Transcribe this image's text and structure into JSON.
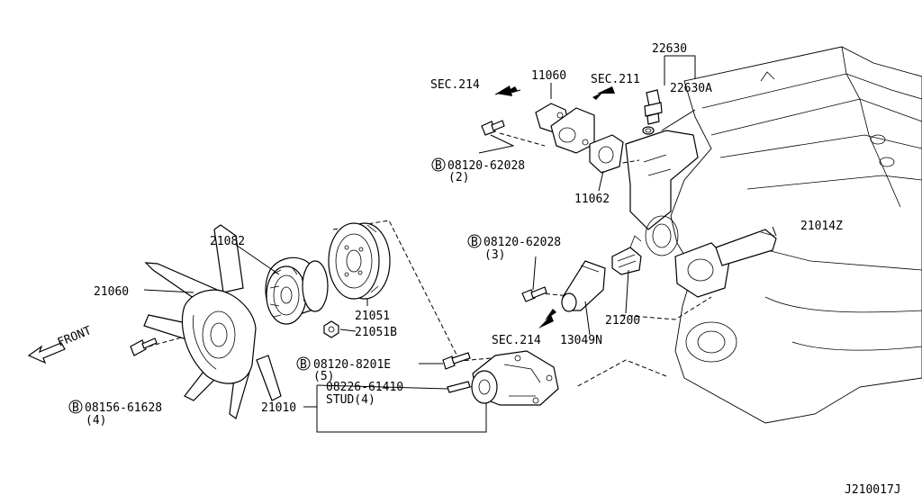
{
  "labels": {
    "sec214_top": "SEC.214",
    "p11060": "11060",
    "sec211": "SEC.211",
    "p22630": "22630",
    "p22630a": "22630A",
    "bolt_top": "08120-62028",
    "bolt_top_qty": "(2)",
    "p11062": "11062",
    "p21082": "21082",
    "bolt_mid": "08120-62028",
    "bolt_mid_qty": "(3)",
    "p21014z": "21014Z",
    "p21060": "21060",
    "p21051": "21051",
    "p21051b": "21051B",
    "p21200": "21200",
    "front": "FRONT",
    "sec214_mid": "SEC.214",
    "p13049n": "13049N",
    "bolt_8201e": "08120-8201E",
    "bolt_8201e_qty": "(5)",
    "stud_pn": "08226-61410",
    "stud_txt": "STUD(4)",
    "bolt_fan": "08156-61628",
    "bolt_fan_qty": "(4)",
    "p21010": "21010",
    "diagram_id": "J210017J",
    "b_mark": "B"
  }
}
